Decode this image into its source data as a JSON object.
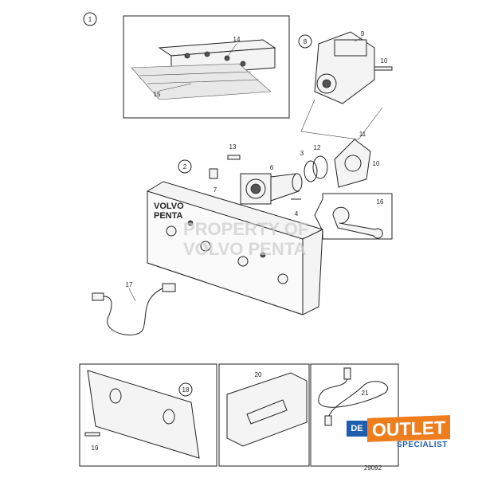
{
  "diagram": {
    "group_callouts": [
      "1",
      "8",
      "2",
      "18"
    ],
    "part_numbers": [
      "14",
      "9",
      "10",
      "15",
      "11",
      "13",
      "3",
      "12",
      "10",
      "6",
      "7",
      "16",
      "4",
      "17",
      "20",
      "21",
      "19"
    ],
    "drawing_number": "29092",
    "watermark": [
      "PROPERTY OF",
      "VOLVO PENTA"
    ],
    "panel_logo": [
      "VOLVO",
      "PENTA"
    ]
  },
  "logo": {
    "prefix": "DE",
    "main": "OUTLET",
    "sub": "SPECIALIST",
    "colors": {
      "blue": "#1d5fae",
      "orange": "#ee7d1e"
    }
  }
}
